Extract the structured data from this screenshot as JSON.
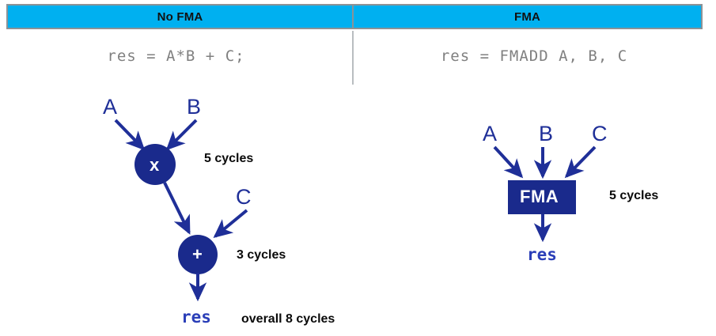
{
  "header": {
    "columns": [
      {
        "title": "No FMA"
      },
      {
        "title": "FMA"
      }
    ],
    "fill_color": "#00b0f0",
    "border_color": "#8c9296",
    "text_color": "#111111"
  },
  "code": {
    "left": "res = A*B + C;",
    "right": "res = FMADD A, B, C",
    "color": "#808080"
  },
  "palette": {
    "node_navy": "#1a2a8c",
    "arrow_navy": "#1f2f98",
    "label_blue": "#1f2f98",
    "mono_blue": "#2b3fb8",
    "cycles_black": "#0a0a0a",
    "divider_gray": "#b9bdc0"
  },
  "no_fma_diagram": {
    "inputs": [
      {
        "name": "A"
      },
      {
        "name": "B"
      },
      {
        "name": "C"
      }
    ],
    "nodes": [
      {
        "id": "multiply",
        "glyph": "x",
        "shape": "circle",
        "latency": "5 cycles"
      },
      {
        "id": "add",
        "glyph": "+",
        "shape": "circle",
        "latency": "3 cycles"
      }
    ],
    "output": "res",
    "total": "overall 8 cycles"
  },
  "fma_diagram": {
    "inputs": [
      {
        "name": "A"
      },
      {
        "name": "B"
      },
      {
        "name": "C"
      }
    ],
    "nodes": [
      {
        "id": "fma",
        "glyph": "FMA",
        "shape": "rect",
        "latency": "5 cycles"
      }
    ],
    "output": "res"
  }
}
